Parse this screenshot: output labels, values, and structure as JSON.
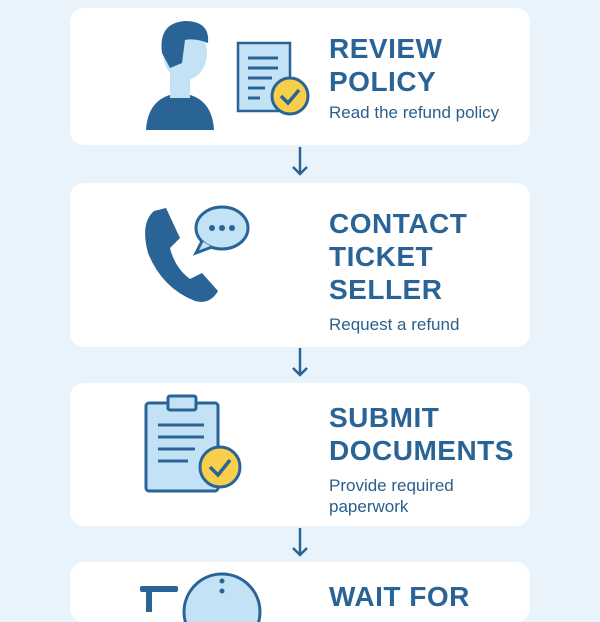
{
  "steps": [
    {
      "title_lines": [
        "REVIEW",
        "POLICY"
      ],
      "subtitle": "Read the refund policy",
      "icon": "person-document-check-icon"
    },
    {
      "title_lines": [
        "CONTACT",
        "TICKET",
        "SELLER"
      ],
      "subtitle": "Request a refund",
      "icon": "phone-chat-icon"
    },
    {
      "title_lines": [
        "SUBMIT",
        "DOCUMENTS"
      ],
      "subtitle_lines": [
        "Provide required",
        "paperwork"
      ],
      "icon": "clipboard-check-icon"
    },
    {
      "title_lines": [
        "WAIT FOR"
      ],
      "icon": "hourglass-clock-icon"
    }
  ],
  "colors": {
    "primary": "#2a6496",
    "light": "#c4e2f5",
    "accent": "#f7cf4a",
    "background": "#e9f3fb"
  }
}
